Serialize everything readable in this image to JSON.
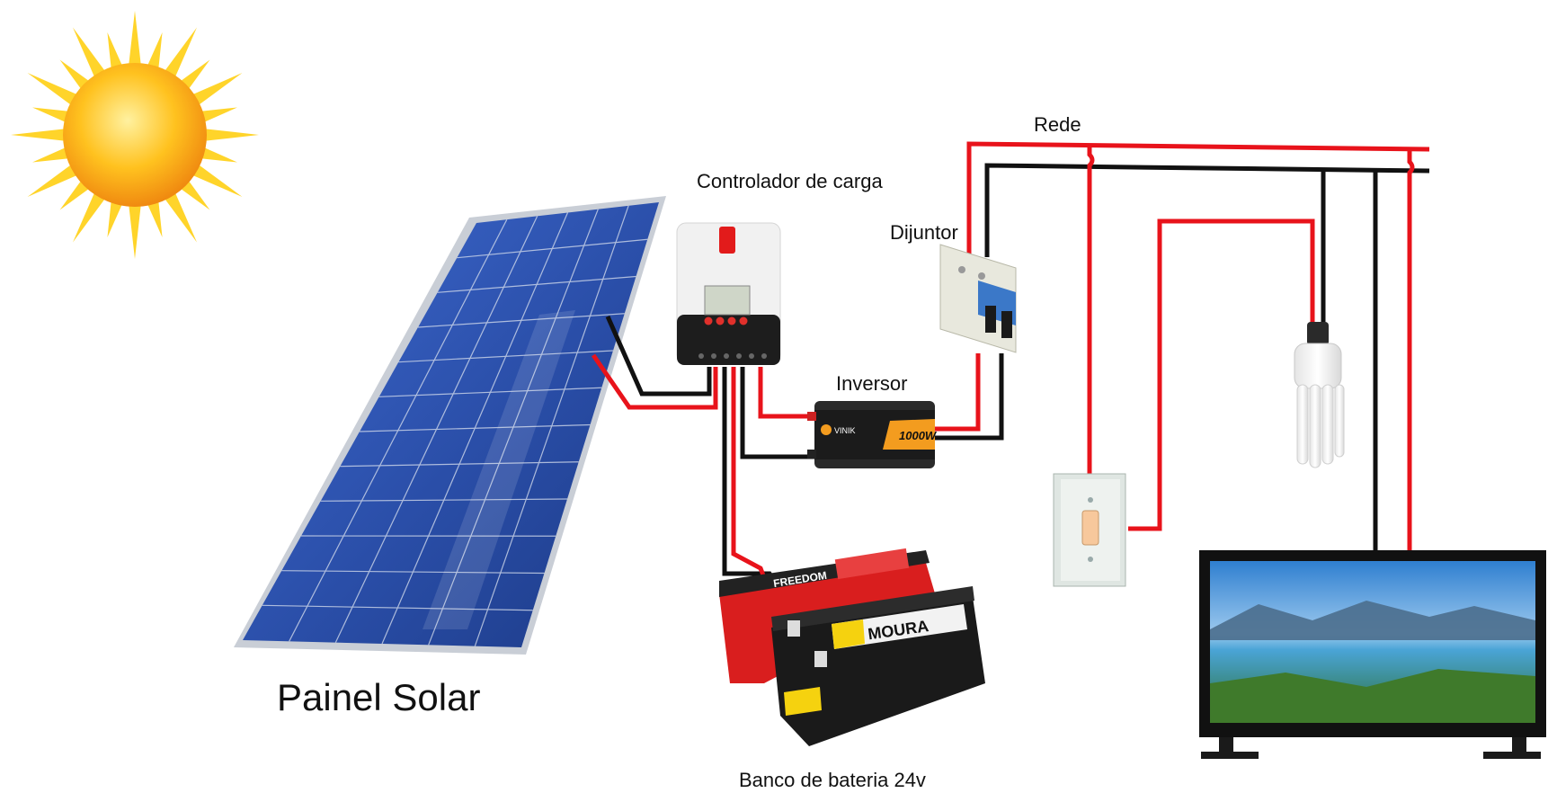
{
  "labels": {
    "network": "Rede",
    "charge_controller": "Controlador de carga",
    "breaker": "Dijuntor",
    "inverter": "Inversor",
    "solar_panel": "Painel Solar",
    "battery_bank": "Banco de bateria 24v"
  },
  "device_markings": {
    "inverter_brand": "VINIK",
    "inverter_rating": "1000W",
    "battery_brand": "MOURA",
    "battery_rear_brand": "FREEDOM"
  },
  "colors": {
    "positive_wire": "#e8131b",
    "negative_wire": "#111111",
    "sun_core": "#f7a21a",
    "sun_rays": "#ffd42a",
    "panel_cells": "#2b4fa8",
    "panel_frame": "#bfc5cf",
    "controller_body": "#f2f2f2",
    "controller_base": "#1d1d1d",
    "inverter_accent": "#f39c1f",
    "battery_black": "#1a1a1a",
    "battery_red": "#d91e1e"
  }
}
